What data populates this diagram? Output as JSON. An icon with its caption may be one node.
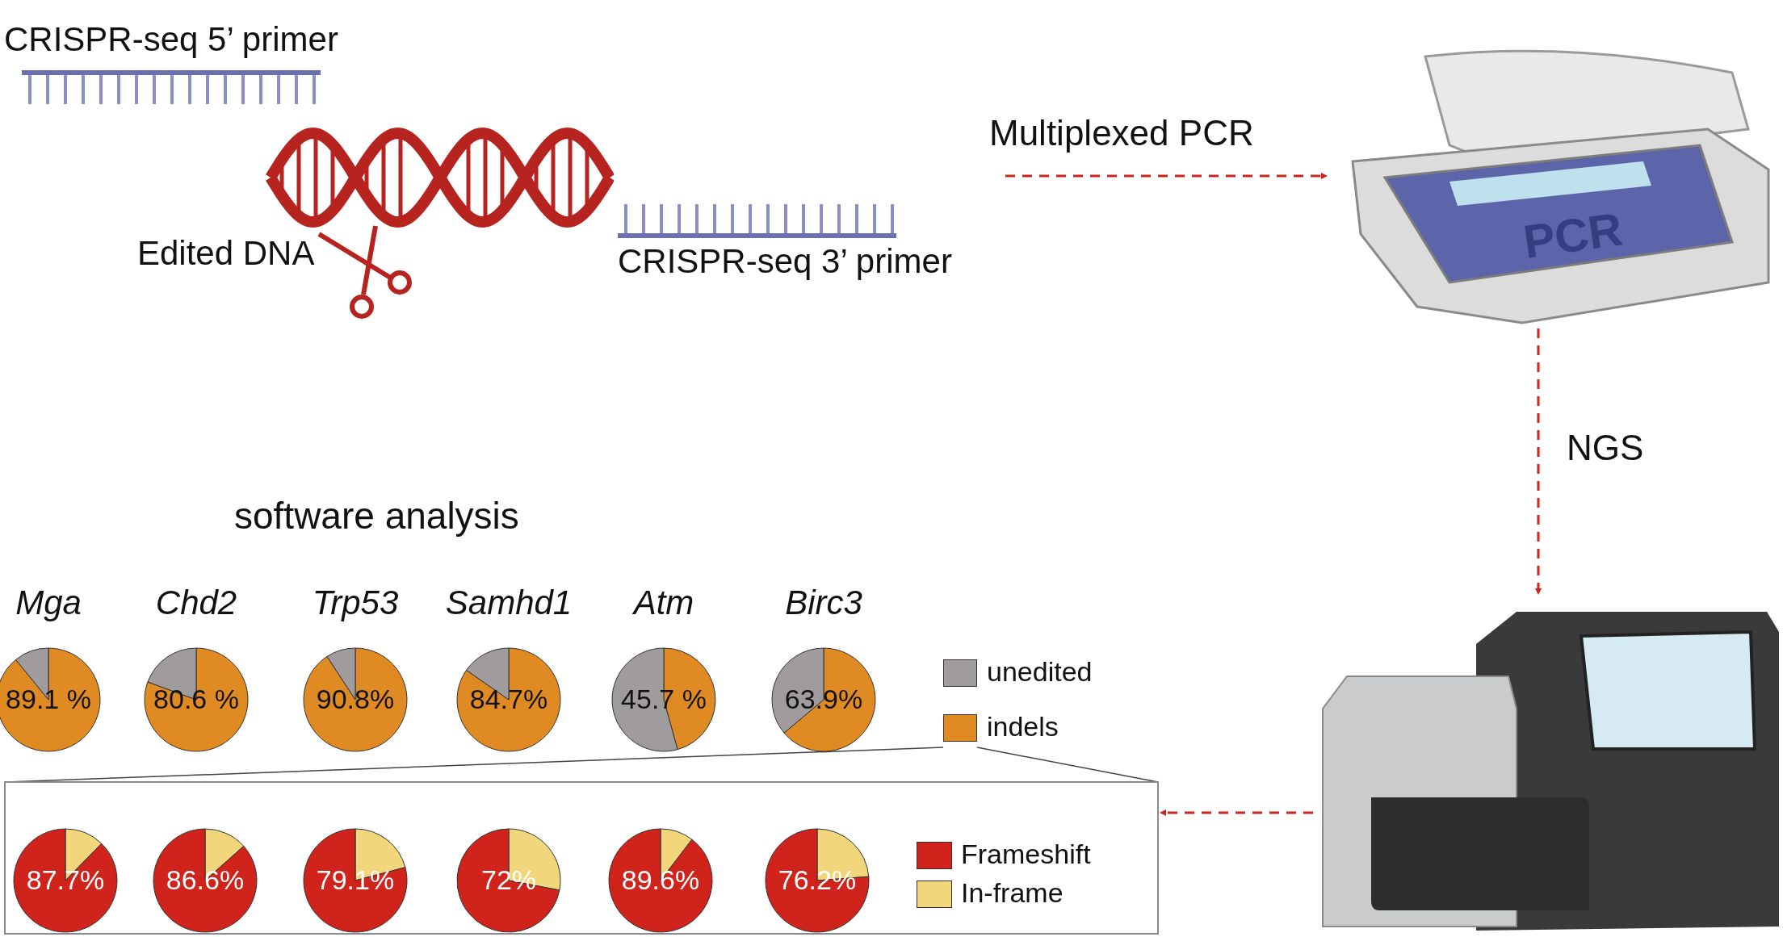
{
  "diagram": {
    "nodes": [
      {
        "text": [
          "CRISPR-seq 5’ primer"
        ]
      },
      {
        "text": [
          "Edited DNA"
        ]
      },
      {
        "text": [
          "CRISPR-seq 3’ primer"
        ]
      },
      {
        "text": [
          "PCR"
        ]
      },
      {
        "text": [],
        "shape": "picture"
      },
      {
        "text": [],
        "shape": "box"
      },
      {
        "text": [
          "89.1 %"
        ]
      },
      {
        "text": [
          "80.6 %"
        ]
      },
      {
        "text": [
          "90.8%"
        ]
      },
      {
        "text": [
          "84.7%"
        ]
      },
      {
        "text": [
          "45.7 %"
        ]
      },
      {
        "text": [
          "63.9%"
        ]
      },
      {
        "text": [
          "87.7%"
        ],
        "in": 5
      },
      {
        "text": [
          "86.6%"
        ],
        "in": 5
      },
      {
        "text": [
          "79.1%"
        ],
        "in": 5
      },
      {
        "text": [
          "72%"
        ],
        "in": 5
      },
      {
        "text": [
          "89.6%"
        ],
        "in": 5
      },
      {
        "text": [
          "76.2%"
        ],
        "in": 5
      }
    ],
    "edges": [
      {
        "from": null,
        "to": 3,
        "arrow": "to",
        "label": "Multiplexed PCR",
        "style": "dashed"
      },
      {
        "from": 3,
        "to": 4,
        "arrow": "to",
        "label": "NGS",
        "style": "dashed"
      },
      {
        "from": 4,
        "to": 5,
        "arrow": "to",
        "style": "dashed"
      }
    ],
    "labels": [
      "software analysis",
      "Mga",
      "Chd2",
      "Trp53",
      "Samhd1",
      "Atm",
      "Birc3"
    ],
    "legend": [
      {
        "text": "unedited",
        "color": "#a09c9e"
      },
      {
        "text": "indels",
        "color": "#e08a24"
      },
      {
        "text": "Frameshift",
        "color": "#d0231b"
      },
      {
        "text": "In-frame",
        "color": "#f2d67c"
      }
    ]
  }
}
